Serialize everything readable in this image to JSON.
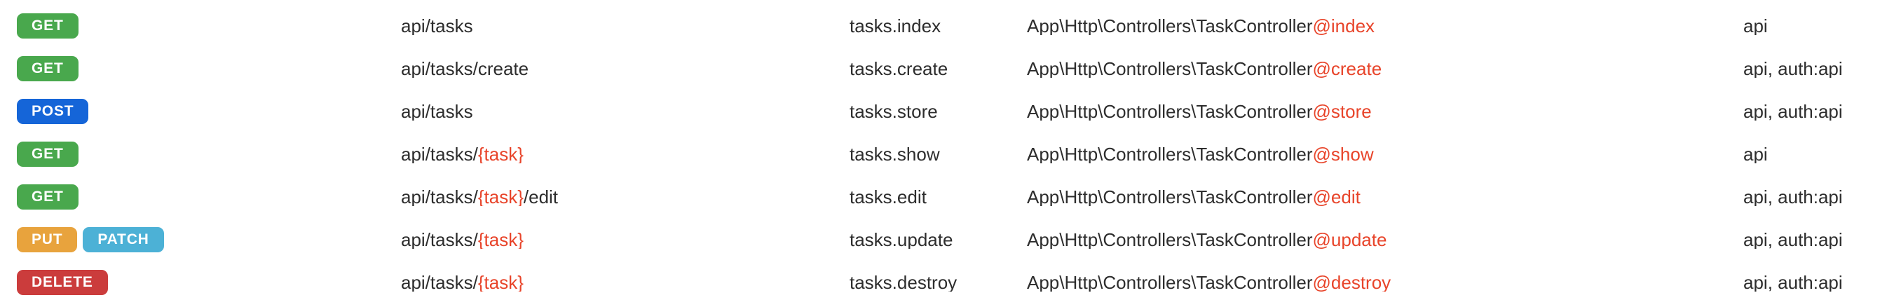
{
  "colors": {
    "background": "#ffffff",
    "text": "#2d2d2d",
    "highlight": "#e8442a",
    "badge_text": "#ffffff"
  },
  "badge_colors": {
    "GET": "#49a84d",
    "POST": "#1565d8",
    "PUT": "#e8a33d",
    "PATCH": "#4cb1d6",
    "DELETE": "#cb3c3c"
  },
  "table": {
    "rows": [
      {
        "methods": [
          "GET"
        ],
        "uri": [
          {
            "t": "api/tasks",
            "param": false
          }
        ],
        "name": "tasks.index",
        "action_class": "App\\Http\\Controllers\\TaskController",
        "action_method": "@index",
        "middleware": "api"
      },
      {
        "methods": [
          "GET"
        ],
        "uri": [
          {
            "t": "api/tasks/create",
            "param": false
          }
        ],
        "name": "tasks.create",
        "action_class": "App\\Http\\Controllers\\TaskController",
        "action_method": "@create",
        "middleware": "api, auth:api"
      },
      {
        "methods": [
          "POST"
        ],
        "uri": [
          {
            "t": "api/tasks",
            "param": false
          }
        ],
        "name": "tasks.store",
        "action_class": "App\\Http\\Controllers\\TaskController",
        "action_method": "@store",
        "middleware": "api, auth:api"
      },
      {
        "methods": [
          "GET"
        ],
        "uri": [
          {
            "t": "api/tasks/",
            "param": false
          },
          {
            "t": "{task}",
            "param": true
          }
        ],
        "name": "tasks.show",
        "action_class": "App\\Http\\Controllers\\TaskController",
        "action_method": "@show",
        "middleware": "api"
      },
      {
        "methods": [
          "GET"
        ],
        "uri": [
          {
            "t": "api/tasks/",
            "param": false
          },
          {
            "t": "{task}",
            "param": true
          },
          {
            "t": "/edit",
            "param": false
          }
        ],
        "name": "tasks.edit",
        "action_class": "App\\Http\\Controllers\\TaskController",
        "action_method": "@edit",
        "middleware": "api, auth:api"
      },
      {
        "methods": [
          "PUT",
          "PATCH"
        ],
        "uri": [
          {
            "t": "api/tasks/",
            "param": false
          },
          {
            "t": "{task}",
            "param": true
          }
        ],
        "name": "tasks.update",
        "action_class": "App\\Http\\Controllers\\TaskController",
        "action_method": "@update",
        "middleware": "api, auth:api"
      },
      {
        "methods": [
          "DELETE"
        ],
        "uri": [
          {
            "t": "api/tasks/",
            "param": false
          },
          {
            "t": "{task}",
            "param": true
          }
        ],
        "name": "tasks.destroy",
        "action_class": "App\\Http\\Controllers\\TaskController",
        "action_method": "@destroy",
        "middleware": "api, auth:api"
      }
    ]
  }
}
